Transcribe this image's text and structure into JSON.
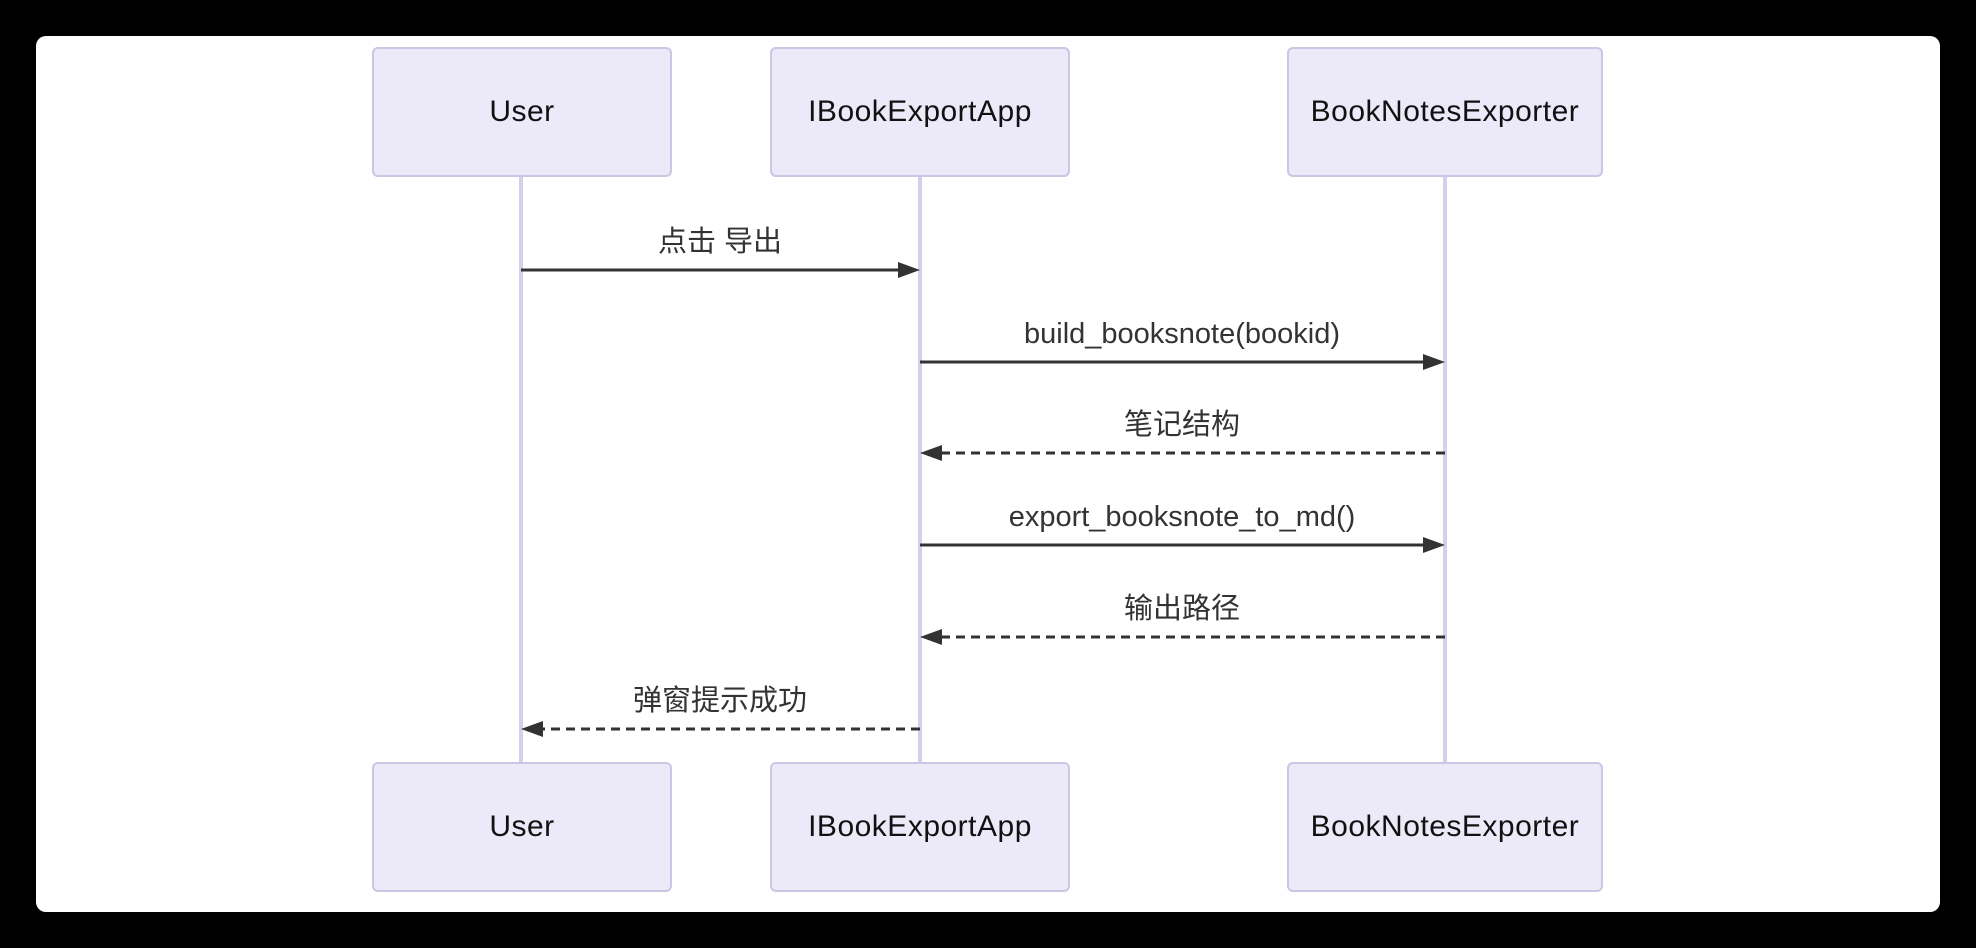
{
  "diagram": {
    "kind": "sequence-diagram",
    "background_color": "#ffffff",
    "frame_color": "#000000",
    "actor_fill_color": "#ECEAF9",
    "actor_border_color": "#CCC6E6",
    "lifeline_color": "#D5CFEC",
    "arrow_color": "#333333",
    "text_color": "#333333"
  },
  "actors": [
    {
      "name": "User"
    },
    {
      "name": "IBookExportApp"
    },
    {
      "name": "BookNotesExporter"
    }
  ],
  "messages": [
    {
      "from": "User",
      "to": "IBookExportApp",
      "label": "点击 导出",
      "style": "solid"
    },
    {
      "from": "IBookExportApp",
      "to": "BookNotesExporter",
      "label": "build_booksnote(bookid)",
      "style": "solid"
    },
    {
      "from": "BookNotesExporter",
      "to": "IBookExportApp",
      "label": "笔记结构",
      "style": "dashed"
    },
    {
      "from": "IBookExportApp",
      "to": "BookNotesExporter",
      "label": "export_booksnote_to_md()",
      "style": "solid"
    },
    {
      "from": "BookNotesExporter",
      "to": "IBookExportApp",
      "label": "输出路径",
      "style": "dashed"
    },
    {
      "from": "IBookExportApp",
      "to": "User",
      "label": "弹窗提示成功",
      "style": "dashed"
    }
  ]
}
